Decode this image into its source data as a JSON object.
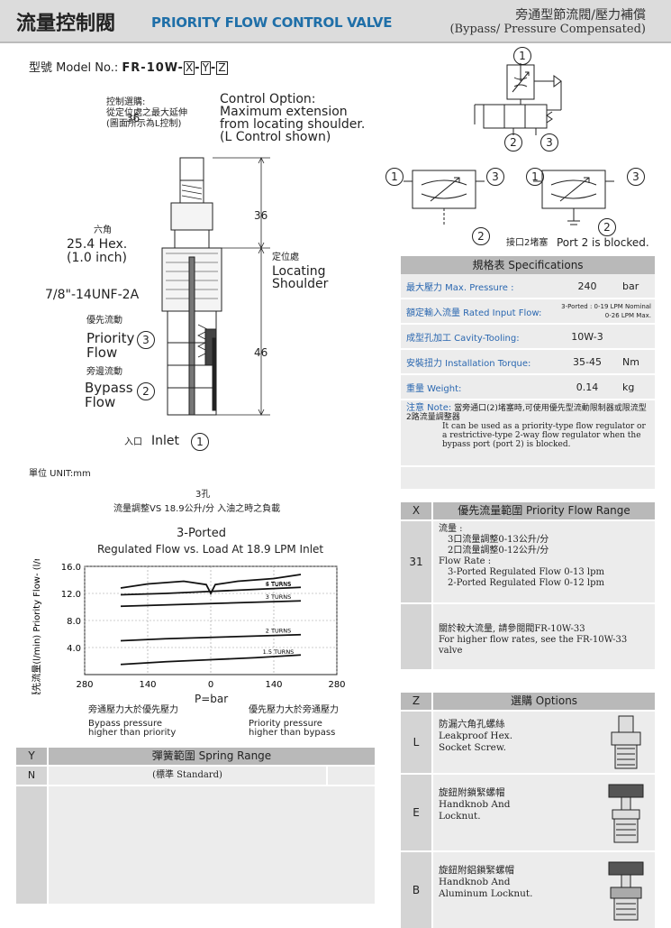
{
  "header": {
    "title_cn": "流量控制閥",
    "title_en": "PRIORITY FLOW CONTROL VALVE",
    "right_cn": "旁通型節流閥/壓力補償",
    "right_en": "(Bypass/ Pressure Compensated)"
  },
  "model": {
    "label": "型號 Model No.:",
    "code": "FR-10W-",
    "x": "X",
    "y": "Y",
    "z": "Z",
    "dash": "-"
  },
  "drawing": {
    "control_cn1": "控制選購:",
    "control_cn2": "從定位處之最大延伸",
    "control_cn3": "(圖面所示為L控制)",
    "control_en1": "Control Option:",
    "control_en2": "Maximum extension",
    "control_en3": "from locating shoulder.",
    "control_en4": "(L Control shown)",
    "hex_cn": "六角",
    "hex_en1": "25.4 Hex.",
    "hex_en2": "(1.0 inch)",
    "thread": "7/8\"-14UNF-2A",
    "priority_cn": "優先流動",
    "priority_en1": "Priority",
    "priority_en2": "Flow",
    "bypass_cn": "旁邊流動",
    "bypass_en1": "Bypass",
    "bypass_en2": "Flow",
    "inlet_cn": "入口",
    "inlet_en": "Inlet",
    "locate_cn": "定位處",
    "locate_en1": "Locating",
    "locate_en2": "Shoulder",
    "dim1": "36",
    "dim2": "46",
    "p1": "1",
    "p2": "2",
    "p3": "3",
    "plug_cn": "接口2堵塞",
    "plug_en": "Port 2 is blocked."
  },
  "unit": "單位 UNIT:mm",
  "chart_data": {
    "type": "line",
    "pre_title_cn": "3孔",
    "pre_title_cn2": "流量調整VS 18.9公升/分 入油之時之負載",
    "title": "3-Ported",
    "subtitle": "Regulated Flow vs. Load At 18.9 LPM Inlet",
    "ylabel": "優先流量(l/min) Priority Flow- (l/min)",
    "xlabel": "P=bar",
    "xticks": [
      "280",
      "140",
      "0",
      "140",
      "280"
    ],
    "yticks": [
      "16.0",
      "12.0",
      "8.0",
      "4.0"
    ],
    "xlim": [
      -280,
      280
    ],
    "ylim": [
      0,
      16
    ],
    "left_cn": "旁通壓力大於優先壓力",
    "left_en1": "Bypass pressure",
    "left_en2": "higher than priority",
    "right_cn": "優先壓力大於旁通壓力",
    "right_en1": "Priority pressure",
    "right_en2": "higher than bypass",
    "series": [
      {
        "name": "5 TURNS",
        "x": [
          -200,
          -140,
          -60,
          -10,
          0,
          10,
          60,
          140,
          200
        ],
        "y": [
          12.8,
          13.4,
          13.8,
          13.3,
          12.0,
          13.3,
          13.8,
          14.2,
          14.8
        ]
      },
      {
        "name": "4 TURNS",
        "x": [
          -200,
          -100,
          0,
          100,
          200
        ],
        "y": [
          11.8,
          12.0,
          12.3,
          12.6,
          12.9
        ]
      },
      {
        "name": "3 TURNS",
        "x": [
          -200,
          -100,
          0,
          100,
          200
        ],
        "y": [
          10.1,
          10.3,
          10.5,
          10.7,
          10.9
        ]
      },
      {
        "name": "2 TURNS",
        "x": [
          -200,
          -100,
          0,
          100,
          200
        ],
        "y": [
          5.0,
          5.3,
          5.5,
          5.7,
          5.9
        ]
      },
      {
        "name": "1.5 TURNS",
        "x": [
          -200,
          -100,
          0,
          100,
          200
        ],
        "y": [
          1.5,
          1.9,
          2.2,
          2.5,
          2.9
        ]
      }
    ]
  },
  "spec": {
    "head": "規格表 Specifications",
    "rows": [
      {
        "k": "最大壓力 Max. Pressure :",
        "v": "240",
        "u": "bar"
      },
      {
        "k": "額定輸入流量 Rated Input Flow:",
        "v1": "3-Ported : 0-19 LPM Nominal",
        "v2": "0-26 LPM Max.",
        "u": ""
      },
      {
        "k": "成型孔加工 Cavity-Tooling:",
        "v": "10W-3",
        "u": ""
      },
      {
        "k": "安裝扭力 Installation Torque:",
        "v": "35-45",
        "u": "Nm"
      },
      {
        "k": "重量 Weight:",
        "v": "0.14",
        "u": "kg"
      }
    ],
    "note_label": "注意 Note:",
    "note_cn": "當旁通口(2)堵塞時,可使用優先型流動限制器或限流型2路流量調整器",
    "note_en": "It can be used as a priority-type flow regulator or a restrictive-type 2-way flow regulator when the bypass port (port 2) is blocked."
  },
  "range": {
    "key": "X",
    "title": "優先流量範圍 Priority Flow Range",
    "row_key": "31",
    "l1": "流量 :",
    "l2": "3口流量調整0-13公升/分",
    "l3": "2口流量調整0-12公升/分",
    "l4": "Flow Rate :",
    "l5": "3-Ported Regulated Flow 0-13 lpm",
    "l6": "2-Ported Regulated Flow 0-12 lpm",
    "more_cn": "關於較大流量, 請參閱閥FR-10W-33",
    "more_en": "For higher flow rates, see the FR-10W-33 valve"
  },
  "options": {
    "key": "Z",
    "title": "選購 Options",
    "rows": [
      {
        "k": "L",
        "cn": "防漏六角孔螺絲",
        "en1": "Leakproof Hex.",
        "en2": "Socket Screw."
      },
      {
        "k": "E",
        "cn": "旋鈕附鎖緊螺帽",
        "en1": "Handknob And",
        "en2": "Locknut."
      },
      {
        "k": "B",
        "cn": "旋鈕附鋁鎖緊螺帽",
        "en1": "Handknob And",
        "en2": "Aluminum Locknut."
      }
    ]
  },
  "spring": {
    "key": "Y",
    "title": "彈簧範圍 Spring Range",
    "row_key": "N",
    "row_val": "(標準 Standard)"
  },
  "colors": {
    "accent": "#1f6fa8",
    "gray": "#b9b9b9",
    "light": "#ececec"
  }
}
